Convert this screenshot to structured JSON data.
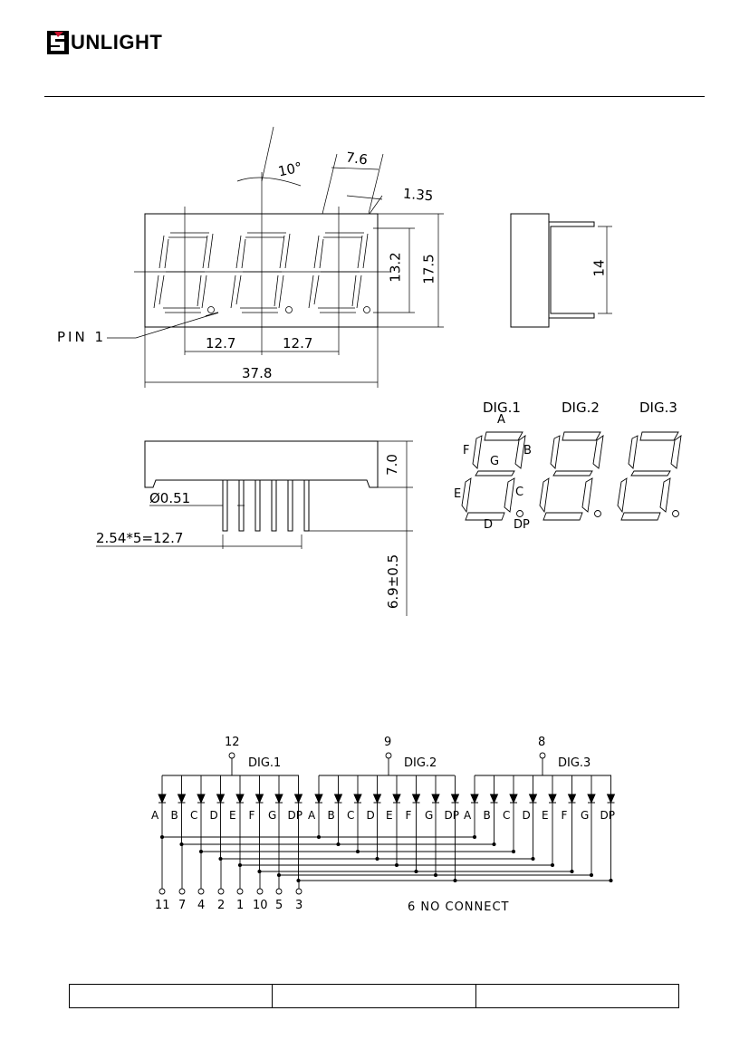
{
  "brand": {
    "name": "UNLIGHT"
  },
  "dimensions": {
    "angle": "10°",
    "seg_offset": "7.6",
    "seg_width": "1.35",
    "digit_height": "13.2",
    "body_height": "17.5",
    "side_height": "14",
    "pitch_1": "12.7",
    "pitch_2": "12.7",
    "total_width": "37.8",
    "pin1_label": "PIN 1",
    "thickness": "7.0",
    "pin_diameter": "Ø0.51",
    "pin_span": "2.54*5=12.7",
    "pin_length": "6.9±0.5"
  },
  "segment_diagram": {
    "digits": [
      "DIG.1",
      "DIG.2",
      "DIG.3"
    ],
    "segments": {
      "a": "A",
      "b": "B",
      "c": "C",
      "d": "D",
      "e": "E",
      "f": "F",
      "g": "G",
      "dp": "DP"
    }
  },
  "schematic": {
    "common_pins": [
      "12",
      "9",
      "8"
    ],
    "digit_labels": [
      "DIG.1",
      "DIG.2",
      "DIG.3"
    ],
    "segment_labels": [
      "A",
      "B",
      "C",
      "D",
      "E",
      "F",
      "G",
      "DP"
    ],
    "pin_numbers": [
      "11",
      "7",
      "4",
      "2",
      "1",
      "10",
      "5",
      "3"
    ],
    "note": "6 NO CONNECT"
  }
}
